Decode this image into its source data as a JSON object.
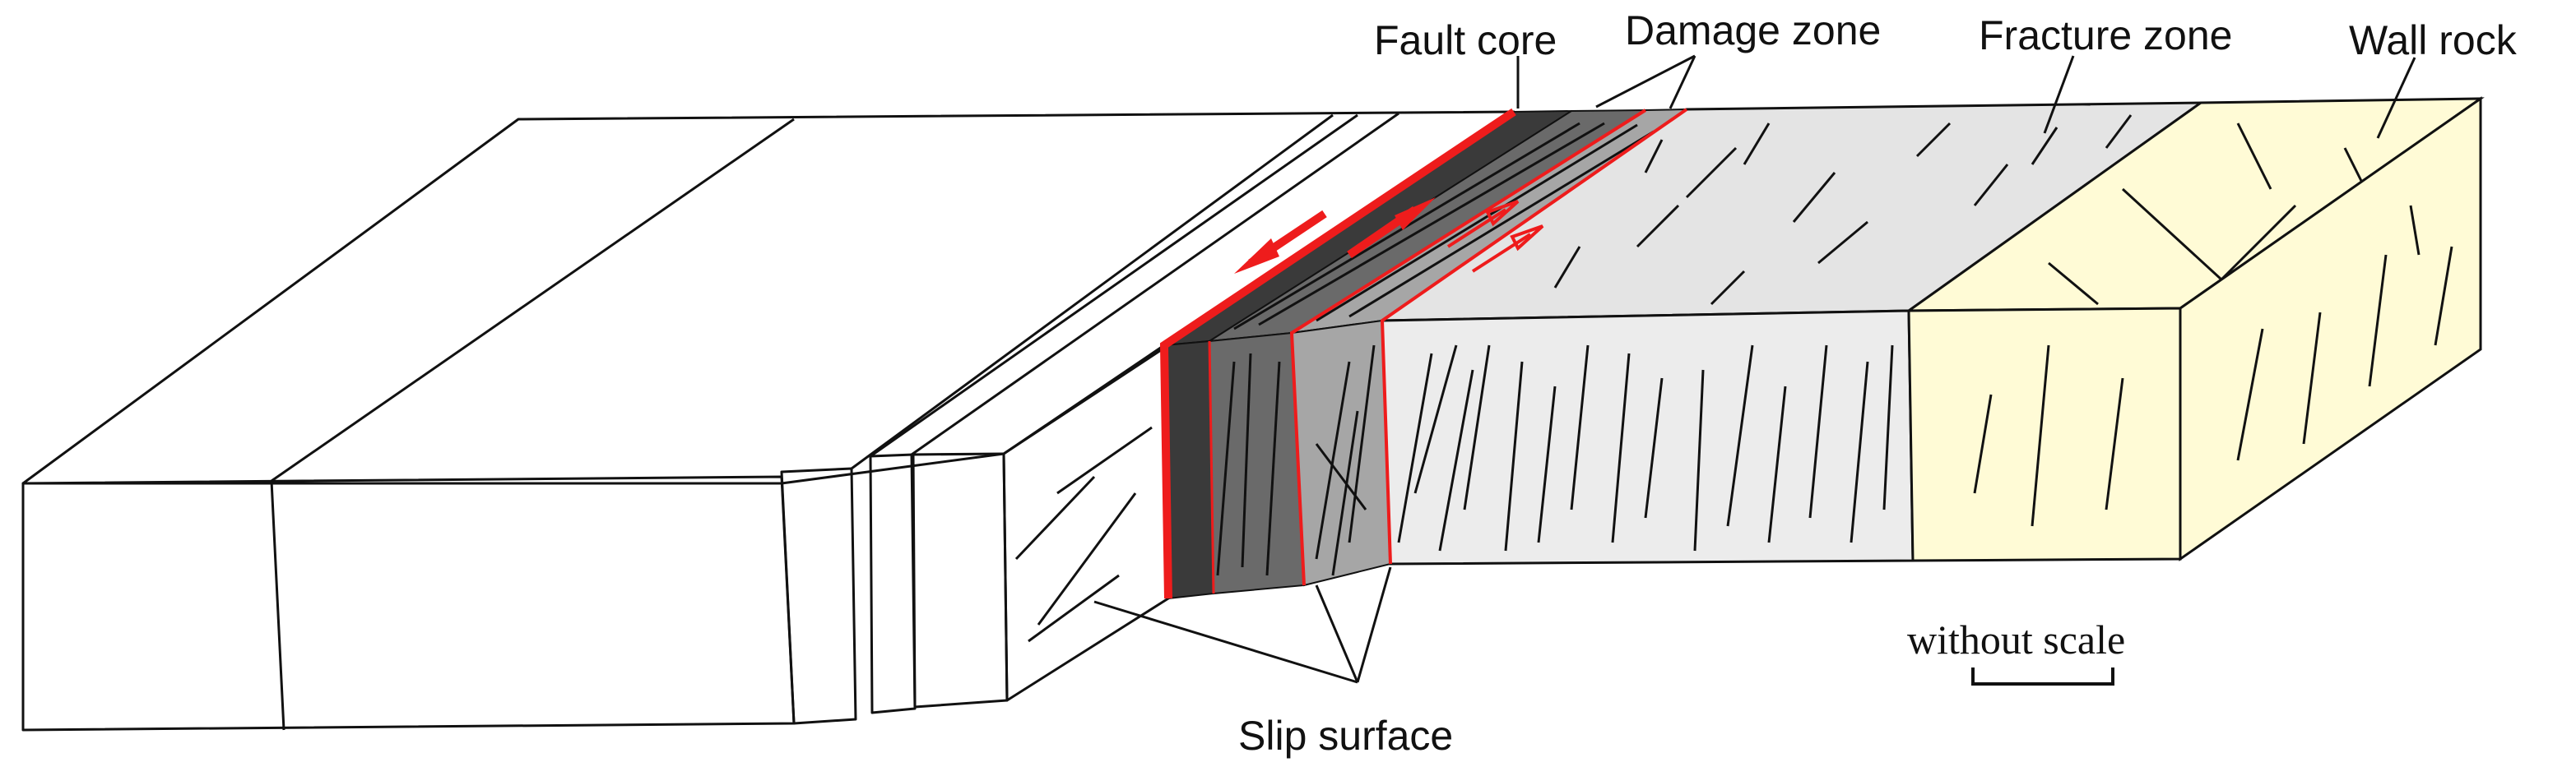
{
  "labels": {
    "fault_core": "Fault core",
    "damage_zone": "Damage zone",
    "fracture_zone": "Fracture zone",
    "wall_rock": "Wall rock",
    "slip_surface": "Slip surface",
    "scale_note": "without scale"
  },
  "colors": {
    "line": "#111111",
    "slip": "#ee1c1c",
    "fault_core_dark": "#3a3a3a",
    "damage_mid": "#6a6a6a",
    "damage_light": "#a6a6a6",
    "fracture_fill": "#ececec",
    "fracture_top": "#e4e4e4",
    "wall_rock_fill": "#fffbd6",
    "block_fill": "#ffffff"
  },
  "icons": {
    "slip_arrow": "red-half-arrow"
  }
}
